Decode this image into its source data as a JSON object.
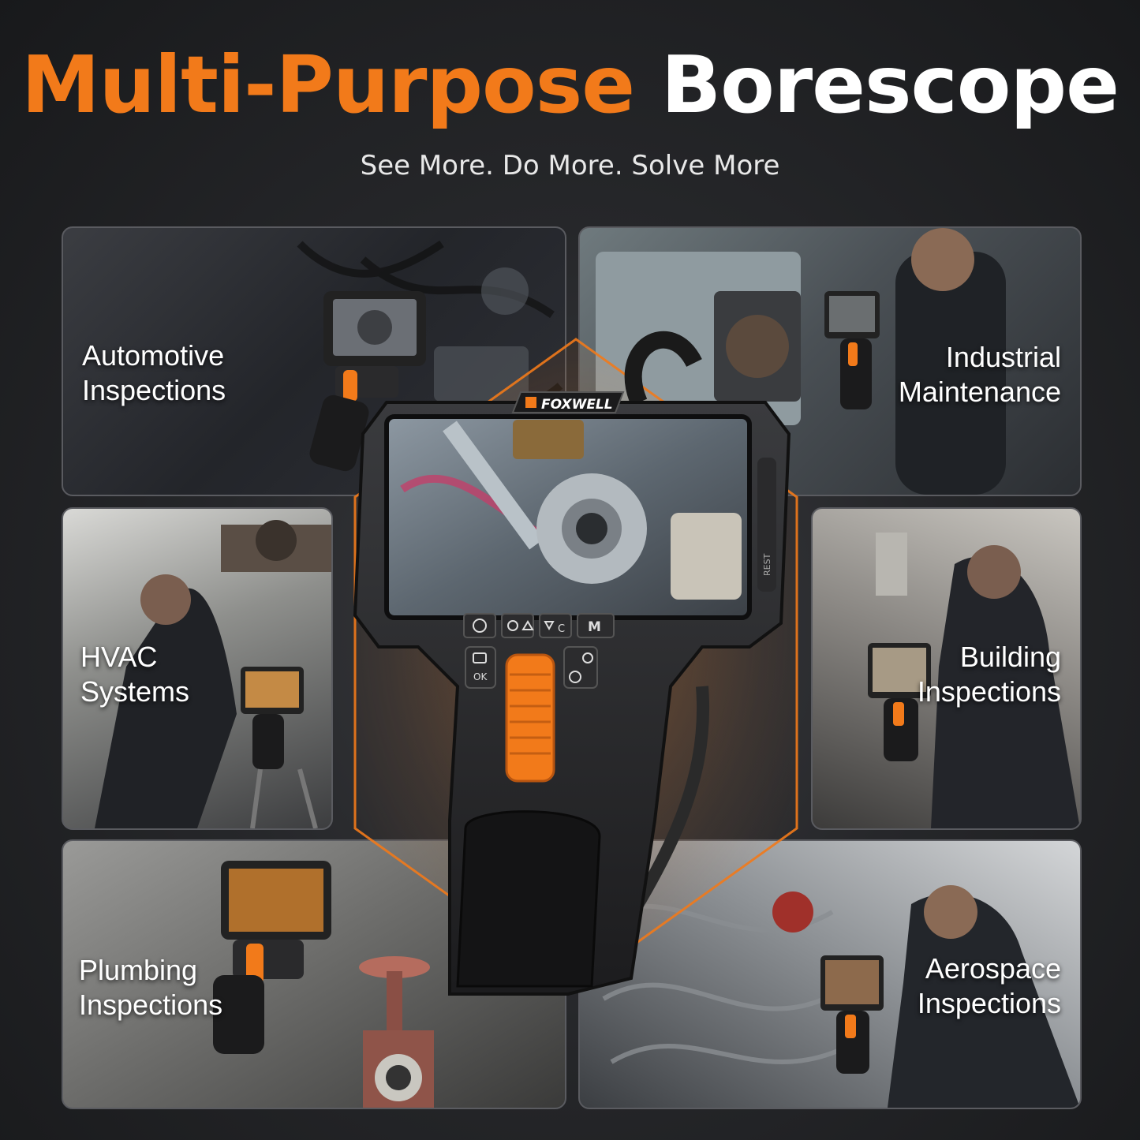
{
  "headline": {
    "highlight": "Multi-Purpose",
    "main": "Borescope"
  },
  "subheadline": "See More. Do More. Solve More",
  "brand": "FOXWELL",
  "device_buttons": {
    "ok": "OK",
    "c": "C",
    "m": "M",
    "reset": "REST"
  },
  "panels": [
    {
      "line1": "Automotive",
      "line2": "Inspections"
    },
    {
      "line1": "Industrial",
      "line2": "Maintenance"
    },
    {
      "line1": "HVAC",
      "line2": "Systems"
    },
    {
      "line1": "Building",
      "line2": "Inspections"
    },
    {
      "line1": "Plumbing",
      "line2": "Inspections"
    },
    {
      "line1": "Aerospace",
      "line2": "Inspections"
    }
  ],
  "colors": {
    "accent": "#f27a1a",
    "background": "#1e1f22",
    "text": "#ffffff"
  }
}
